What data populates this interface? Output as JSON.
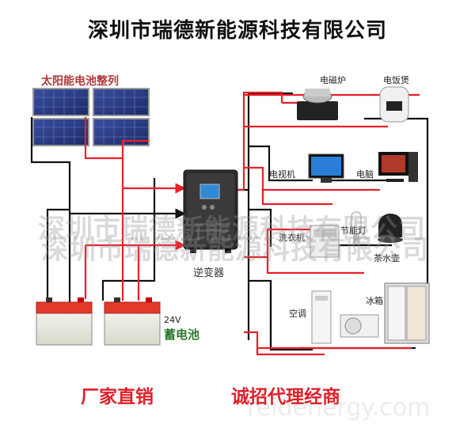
{
  "header": {
    "company": "深圳市瑞德新能源科技有限公司"
  },
  "solar": {
    "label": "太阳能电池整列"
  },
  "inverter": {
    "label": "逆变器"
  },
  "battery": {
    "label": "蓄电池",
    "voltage": "24V"
  },
  "appliances": {
    "induction_cooker": "电磁炉",
    "rice_cooker": "电饭煲",
    "tv": "电视机",
    "computer": "电脑",
    "washer": "洗衣机",
    "lamp": "节能灯",
    "kettle": "茶水壶",
    "ac": "空调",
    "fridge": "冰箱"
  },
  "footer": {
    "left": "厂家直销",
    "right": "诚招代理经商"
  },
  "watermark": {
    "text": "深圳市瑞德新能源科技有限公司",
    "url": "reidenergy.com"
  },
  "colors": {
    "positive_wire": "#e8202a",
    "negative_wire": "#111111",
    "footer": "#e0202a"
  }
}
